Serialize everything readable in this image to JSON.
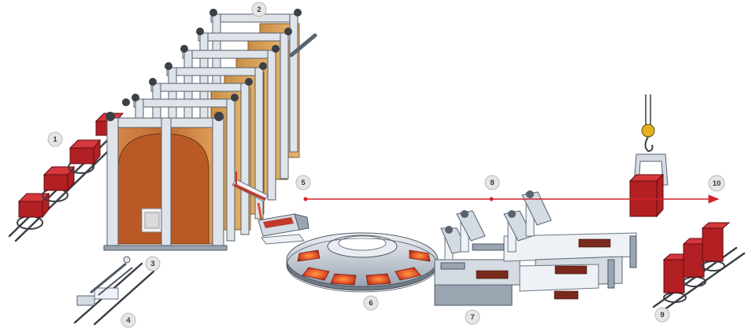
{
  "labels": {
    "l1": "1",
    "l2": "2",
    "l3": "3",
    "l4": "4",
    "l5": "5",
    "l6": "6",
    "l7": "7",
    "l8": "8",
    "l9": "9",
    "l10": "10"
  },
  "colors": {
    "flow_arrow": "#d2232a",
    "ingot_red": "#b32024",
    "furnace_copper": "#c8733a",
    "steel_frame": "#d5dbe3",
    "label_circle": "#e6e6e6"
  }
}
